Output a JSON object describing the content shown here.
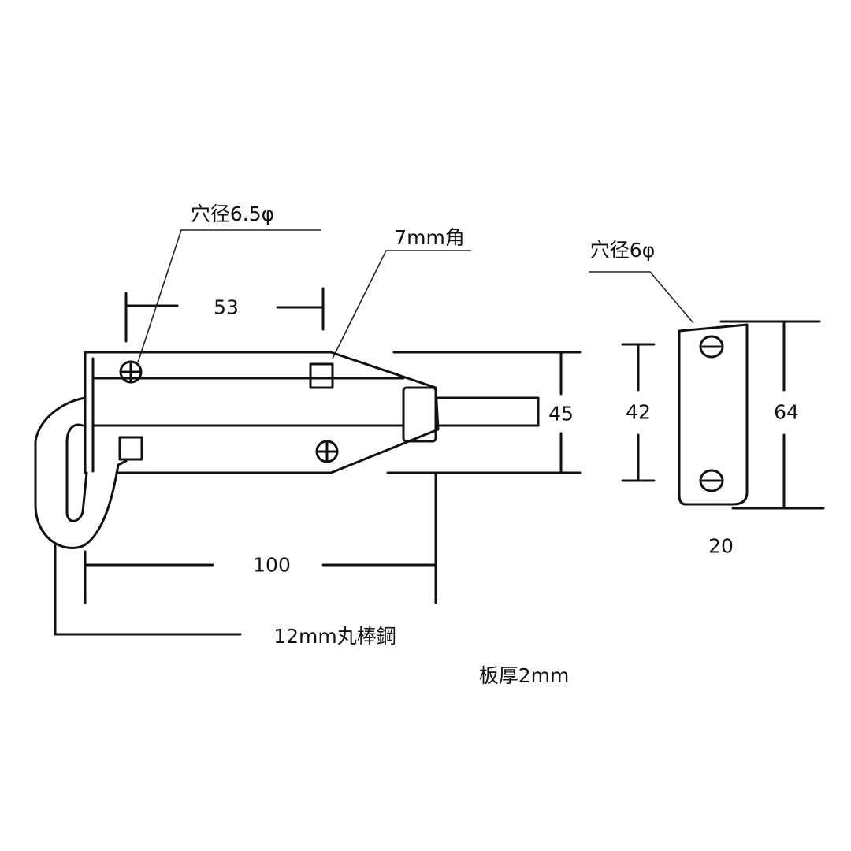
{
  "drawing": {
    "labels": {
      "hole_main": "穴径6.5φ",
      "square_hole": "7mm角",
      "hole_keeper": "穴径6φ",
      "round_bar": "12mm丸棒鋼",
      "plate_thickness": "板厚2mm"
    },
    "dimensions": {
      "hole_pitch": "53",
      "body_height": "45",
      "body_length": "100",
      "keeper_hole_pitch": "42",
      "keeper_height": "64",
      "keeper_width": "20"
    }
  }
}
